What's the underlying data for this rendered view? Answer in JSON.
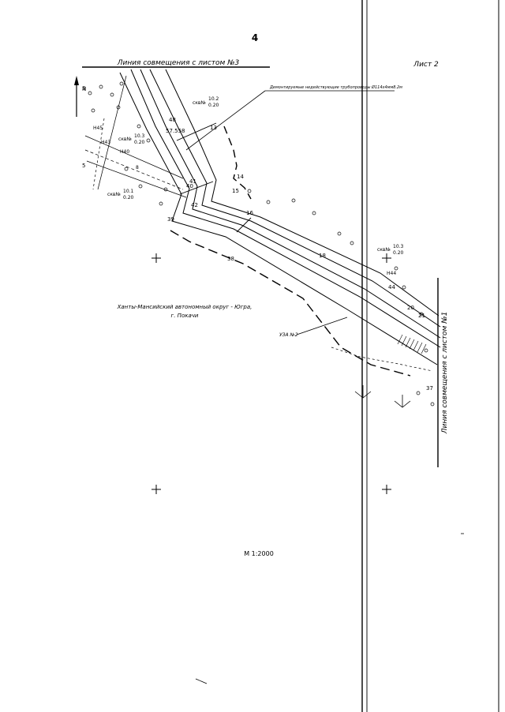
{
  "sheet": {
    "page_number": "4",
    "sheet_label": "Лист 2",
    "match_line_top": "Линия совмещения с листом №3",
    "match_line_right": "Линия совмещения с листом №1",
    "pipeline_note": "Демонтируемые недействующие трубопроводы Ø114х4мм8.2м",
    "region_label": "Ханты-Мансийский автономный округ - Югра,",
    "town_label": "г. Покачи",
    "node_label": "УЗА №2",
    "scale": "М 1:2000"
  },
  "map": {
    "north_arrow_label": "N",
    "points": [
      "48",
      "57.558",
      "13",
      "14",
      "15",
      "16",
      "18",
      "20",
      "21",
      "38",
      "39",
      "40",
      "41",
      "42",
      "44",
      "37",
      "3",
      "5"
    ],
    "well_labels": [
      "скв№",
      "скв№",
      "скв№",
      "скв№"
    ],
    "well_values": [
      "10.2",
      "0.20",
      "10.3",
      "0.20",
      "10.1",
      "0.20",
      "10.3",
      "0.20"
    ],
    "feature_labels": [
      "Н40",
      "Н44",
      "Н45",
      "Н43",
      "8"
    ]
  }
}
